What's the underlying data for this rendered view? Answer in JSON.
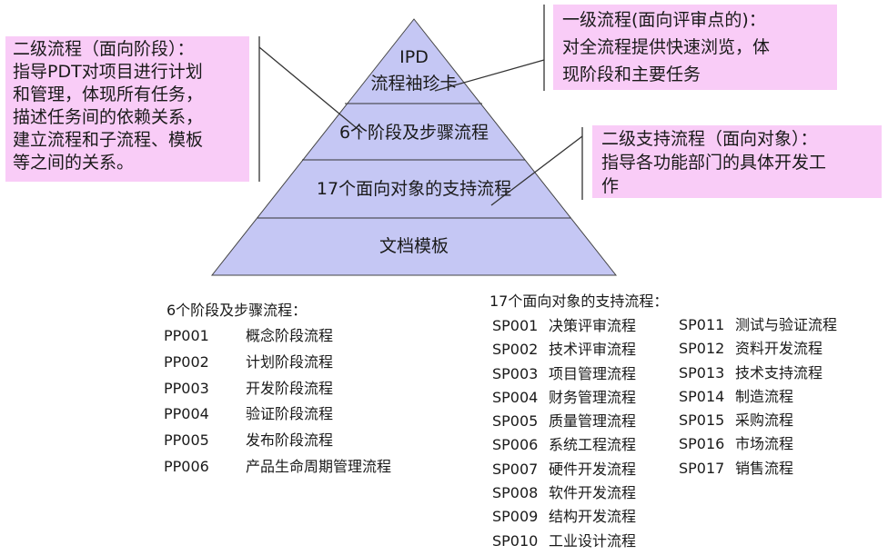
{
  "pyramid": {
    "tiers": [
      {
        "title": "IPD",
        "subtitle": "流程袖珍卡"
      },
      {
        "title": "6个阶段及步骤流程"
      },
      {
        "title": "17个面向对象的支持流程"
      },
      {
        "title": "文档模板"
      }
    ]
  },
  "callouts": {
    "level2_stage": "二级流程（面向阶段）：\n指导PDT对项目进行计划\n和管理，体现所有任务，\n描述任务间的依赖关系，\n建立流程和子流程、模板\n等之间的关系。",
    "level1": "一级流程(面向评审点的)：\n对全流程提供快速浏览，体\n现阶段和主要任务",
    "level2_support": "二级支持流程（面向对象）：\n指导各功能部门的具体开发工\n作"
  },
  "pp_list": {
    "title": "6个阶段及步骤流程：",
    "items": [
      {
        "code": "PP001",
        "name": "概念阶段流程"
      },
      {
        "code": "PP002",
        "name": "计划阶段流程"
      },
      {
        "code": "PP003",
        "name": "开发阶段流程"
      },
      {
        "code": "PP004",
        "name": "验证阶段流程"
      },
      {
        "code": "PP005",
        "name": "发布阶段流程"
      },
      {
        "code": "PP006",
        "name": "产品生命周期管理流程"
      }
    ]
  },
  "sp_list": {
    "title": "17个面向对象的支持流程：",
    "col1": [
      {
        "code": "SP001",
        "name": "决策评审流程"
      },
      {
        "code": "SP002",
        "name": "技术评审流程"
      },
      {
        "code": "SP003",
        "name": "项目管理流程"
      },
      {
        "code": "SP004",
        "name": "财务管理流程"
      },
      {
        "code": "SP005",
        "name": "质量管理流程"
      },
      {
        "code": "SP006",
        "name": "系统工程流程"
      },
      {
        "code": "SP007",
        "name": "硬件开发流程"
      },
      {
        "code": "SP008",
        "name": "软件开发流程"
      },
      {
        "code": "SP009",
        "name": "结构开发流程"
      },
      {
        "code": "SP010",
        "name": "工业设计流程"
      }
    ],
    "col2": [
      {
        "code": "SP011",
        "name": "测试与验证流程"
      },
      {
        "code": "SP012",
        "name": "资料开发流程"
      },
      {
        "code": "SP013",
        "name": "技术支持流程"
      },
      {
        "code": "SP014",
        "name": "制造流程"
      },
      {
        "code": "SP015",
        "name": "采购流程"
      },
      {
        "code": "SP016",
        "name": "市场流程"
      },
      {
        "code": "SP017",
        "name": "销售流程"
      }
    ]
  },
  "colors": {
    "pyramid_fill": "#c5c7f4",
    "callout_fill": "#f9ccf7",
    "line": "#333333"
  }
}
